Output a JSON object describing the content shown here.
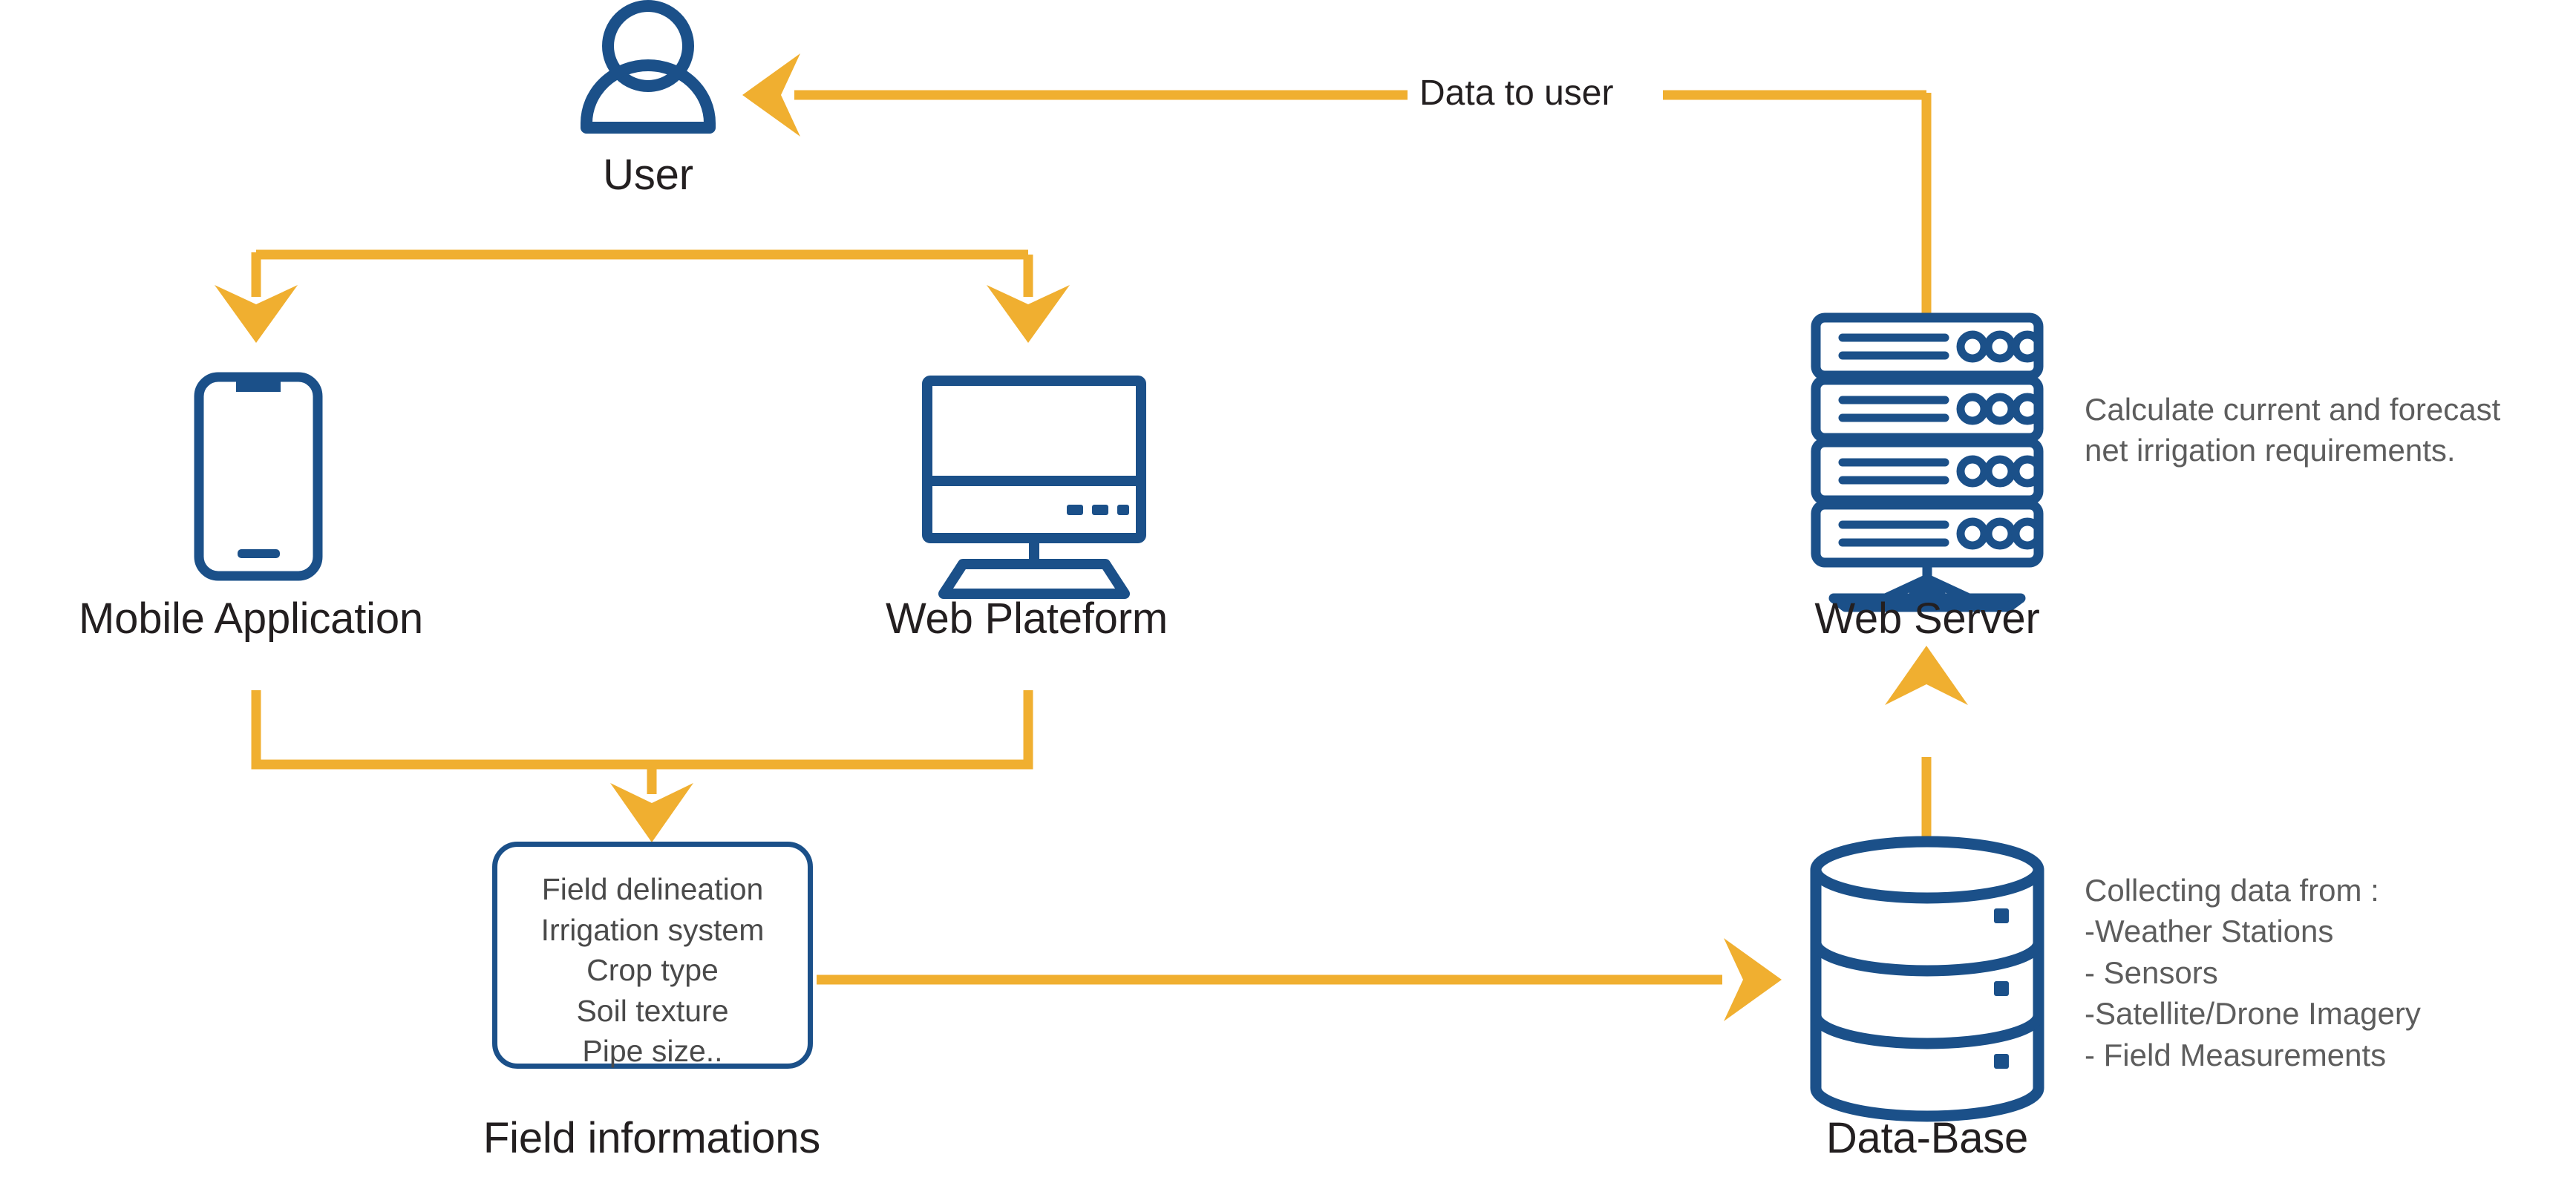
{
  "theme": {
    "blue": "#1b5089",
    "amber": "#f0af30",
    "text_dark": "#231f20",
    "text_grey": "#5d5d5d",
    "background": "#ffffff"
  },
  "nodes": {
    "user": {
      "label": "User",
      "icon": "user-icon"
    },
    "mobile": {
      "label": "Mobile Application",
      "icon": "mobile-phone-icon"
    },
    "web_platform": {
      "label": "Web Plateform",
      "icon": "desktop-monitor-icon"
    },
    "web_server": {
      "label": "Web Server",
      "icon": "server-rack-icon"
    },
    "database": {
      "label": "Data-Base",
      "icon": "database-cylinder-icon"
    },
    "field_info": {
      "label": "Field informations",
      "lines": [
        "Field delineation",
        "Irrigation system",
        "Crop type",
        "Soil texture",
        "Pipe size.."
      ]
    }
  },
  "edges": {
    "server_to_user": {
      "label": "Data to user",
      "direction": "left"
    },
    "user_to_mobile": {
      "label": "",
      "direction": "down"
    },
    "user_to_web_platform": {
      "label": "",
      "direction": "down"
    },
    "apps_to_field_info": {
      "label": "",
      "direction": "down"
    },
    "field_info_to_database": {
      "label": "",
      "direction": "right"
    },
    "database_to_server": {
      "label": "",
      "direction": "up"
    }
  },
  "annotations": {
    "server": {
      "lines": [
        "Calculate current and forecast",
        "net irrigation requirements."
      ]
    },
    "database": {
      "lines": [
        "Collecting data from :",
        "   -Weather Stations",
        "   - Sensors",
        "   -Satellite/Drone Imagery",
        "   - Field Measurements"
      ]
    }
  }
}
